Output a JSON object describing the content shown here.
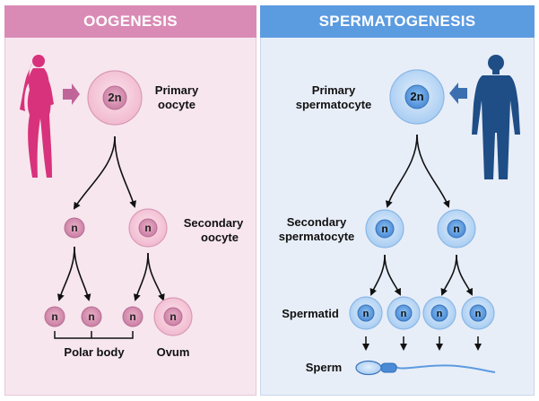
{
  "headers": {
    "oogenesis": "OOGENESIS",
    "spermatogenesis": "SPERMATOGENESIS"
  },
  "cells": {
    "diploid": "2n",
    "haploid": "n"
  },
  "labels": {
    "primary_oocyte": [
      "Primary",
      "oocyte"
    ],
    "secondary_oocyte": [
      "Secondary",
      "oocyte"
    ],
    "polar_body": "Polar body",
    "ovum": "Ovum",
    "primary_spermatocyte": [
      "Primary",
      "spermatocyte"
    ],
    "secondary_spermatocyte": [
      "Secondary",
      "spermatocyte"
    ],
    "spermatid": "Spermatid",
    "sperm": "Sperm"
  },
  "colors": {
    "female_silhouette": "#d8327c",
    "male_silhouette": "#1f4e86",
    "pink_cell_outer": "#f2c4d6",
    "pink_cell_inner": "#d88cae",
    "blue_cell_outer": "#b5d4f3",
    "blue_cell_inner": "#5d9be0",
    "left_arrow": "#c0659a",
    "right_arrow": "#3b6fb0"
  },
  "icons": [
    "female-silhouette-icon",
    "male-silhouette-icon",
    "sperm-icon"
  ]
}
